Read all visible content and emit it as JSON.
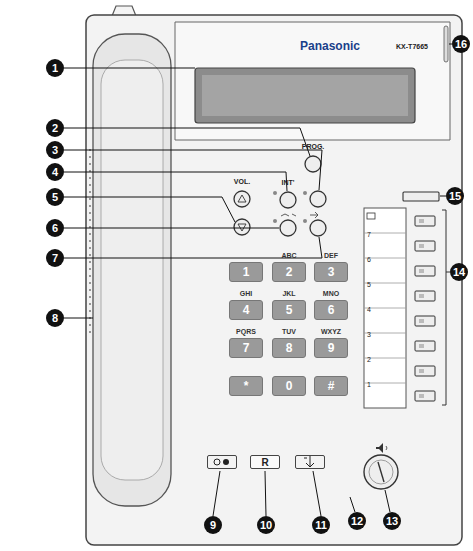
{
  "diagram": {
    "nodes": [
      {
        "text": [
          "1"
        ]
      },
      {
        "text": [
          "2"
        ]
      },
      {
        "text": [
          "3"
        ]
      },
      {
        "text": [
          "4"
        ]
      },
      {
        "text": [
          "5"
        ]
      },
      {
        "text": [
          "6"
        ]
      },
      {
        "text": [
          "7"
        ]
      },
      {
        "text": [
          "8"
        ]
      },
      {
        "text": [
          "9"
        ]
      },
      {
        "text": [
          "10"
        ]
      },
      {
        "text": [
          "11"
        ]
      },
      {
        "text": [
          "12"
        ]
      },
      {
        "text": [
          "13"
        ]
      },
      {
        "text": [
          "14"
        ]
      },
      {
        "text": [
          "15"
        ]
      },
      {
        "text": [
          "16"
        ]
      },
      {
        "text": [
          "1"
        ]
      },
      {
        "text": [
          "ABC",
          "2"
        ]
      },
      {
        "text": [
          "DEF",
          "3"
        ]
      },
      {
        "text": [
          "GHI",
          "4"
        ]
      },
      {
        "text": [
          "JKL",
          "5"
        ]
      },
      {
        "text": [
          "MNO",
          "6"
        ]
      },
      {
        "text": [
          "PQRS",
          "7"
        ]
      },
      {
        "text": [
          "TUV",
          "8"
        ]
      },
      {
        "text": [
          "WXYZ",
          "9"
        ]
      },
      {
        "text": [
          "*"
        ]
      },
      {
        "text": [
          "0"
        ]
      },
      {
        "text": [
          "#"
        ]
      },
      {
        "text": [
          "R"
        ]
      }
    ],
    "labels": [
      "Panasonic",
      "KX-T7665",
      "PROG.",
      "VOL.",
      "INT'",
      "7",
      "6",
      "5",
      "4",
      "3",
      "2",
      "1"
    ]
  }
}
